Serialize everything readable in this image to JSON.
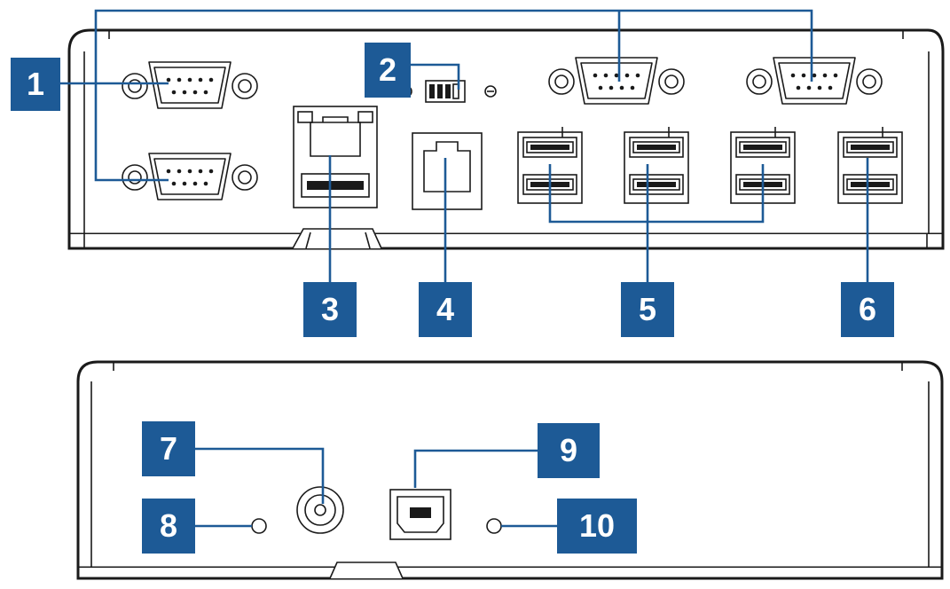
{
  "figure": {
    "accent_color": "#1d5a96",
    "top_panel": {
      "callouts": [
        {
          "id": "c1",
          "label": "1"
        },
        {
          "id": "c2",
          "label": "2"
        },
        {
          "id": "c3",
          "label": "3"
        },
        {
          "id": "c4",
          "label": "4"
        },
        {
          "id": "c5",
          "label": "5"
        },
        {
          "id": "c6",
          "label": "6"
        }
      ],
      "components": [
        "serial-port",
        "serial-port",
        "serial-port",
        "serial-port",
        "dip-switch",
        "lan-usb-combo-port",
        "rj-port",
        "dual-usb-port",
        "dual-usb-port",
        "dual-usb-port",
        "dual-usb-port"
      ]
    },
    "bottom_panel": {
      "callouts": [
        {
          "id": "c7",
          "label": "7"
        },
        {
          "id": "c8",
          "label": "8"
        },
        {
          "id": "c9",
          "label": "9"
        },
        {
          "id": "c10",
          "label": "10"
        }
      ],
      "components": [
        "power-jack",
        "indicator-led",
        "usb-b-port",
        "indicator-led"
      ]
    }
  }
}
